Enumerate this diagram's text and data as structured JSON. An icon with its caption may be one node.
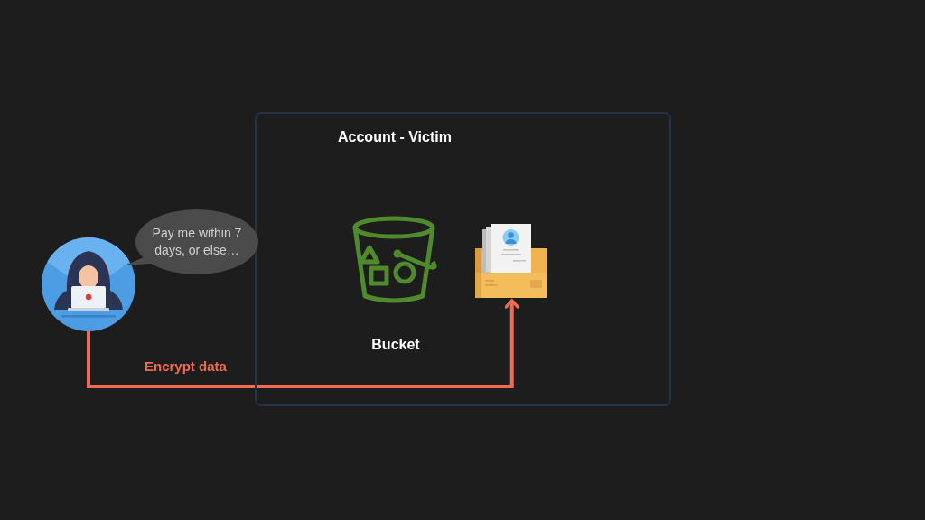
{
  "diagram": {
    "nodes": [
      {
        "text": [
          "Account - Victim"
        ]
      },
      {
        "text": [],
        "shape": "person"
      },
      {
        "text": [
          "Pay me within 7 days, or else…"
        ]
      },
      {
        "text": [
          "Bucket"
        ],
        "in": 0
      },
      {
        "text": [],
        "shape": "picture",
        "in": 0
      }
    ],
    "edges": [
      {
        "from": 1,
        "to": 4,
        "arrow": "to",
        "label": "Encrypt data",
        "color": "#ef6b52"
      }
    ]
  }
}
